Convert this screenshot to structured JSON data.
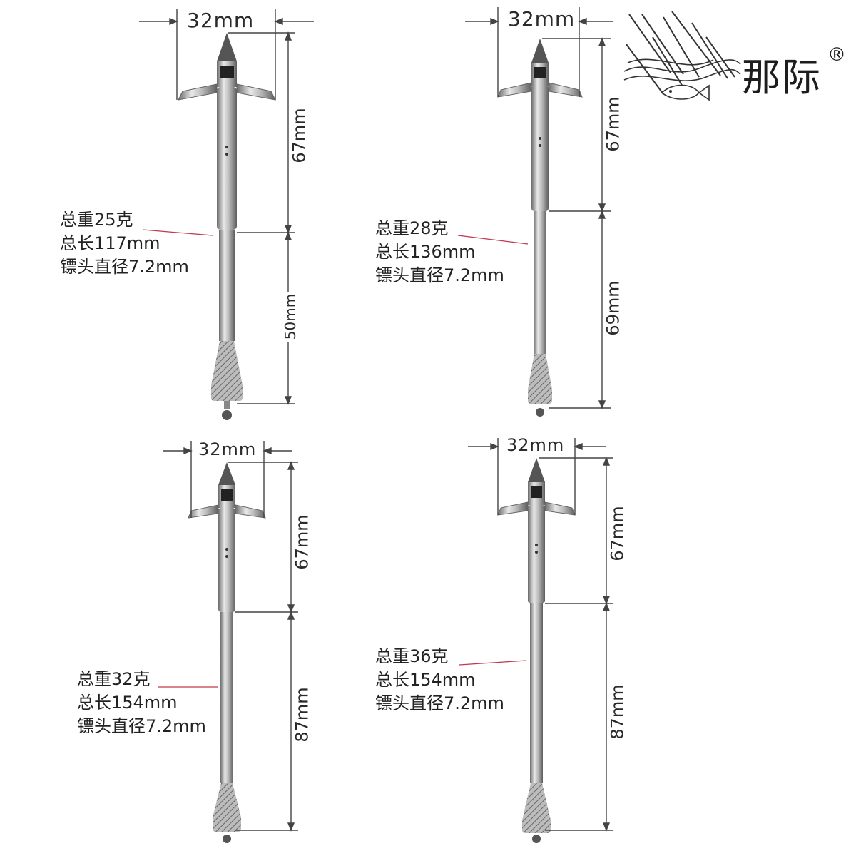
{
  "brand": {
    "name": "那际",
    "registered_mark": "®",
    "logo_icon": "fish-spear-logo-icon"
  },
  "colors": {
    "text": "#222222",
    "leader_line": "#c0394b",
    "steel_dark": "#6b6b6b",
    "steel_light": "#e4e4e4",
    "dimension_line": "#444444"
  },
  "products": [
    {
      "width": "32mm",
      "upper_length": "67mm",
      "lower_length": "50mm",
      "weight": "总重25克",
      "total_length": "总长117mm",
      "head_diameter": "镖头直径7.2mm"
    },
    {
      "width": "32mm",
      "upper_length": "67mm",
      "lower_length": "69mm",
      "weight": "总重28克",
      "total_length": "总长136mm",
      "head_diameter": "镖头直径7.2mm"
    },
    {
      "width": "32mm",
      "upper_length": "67mm",
      "lower_length": "87mm",
      "weight": "总重32克",
      "total_length": "总长154mm",
      "head_diameter": "镖头直径7.2mm"
    },
    {
      "width": "32mm",
      "upper_length": "67mm",
      "lower_length": "87mm",
      "weight": "总重36克",
      "total_length": "总长154mm",
      "head_diameter": "镖头直径7.2mm"
    }
  ]
}
